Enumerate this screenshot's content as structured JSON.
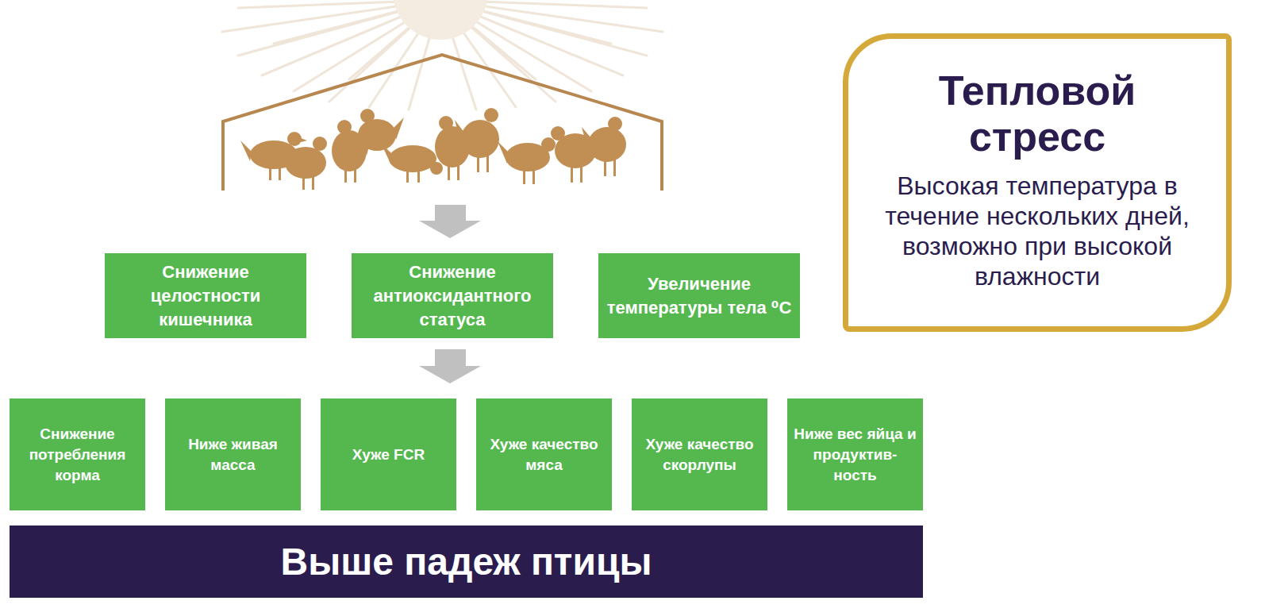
{
  "diagram": {
    "nodes": [
      {
        "text": [
          "Тепловой стресс",
          "Высокая температура в течение нескольких дней, возможно при высокой влажности"
        ]
      },
      {
        "text": [
          "Снижение целостности кишечника"
        ]
      },
      {
        "text": [
          "Снижение антиоксидантного статуса"
        ]
      },
      {
        "text": [
          "Увеличение температуры тела ⁰C"
        ]
      },
      {
        "text": [
          "Снижение потребления корма"
        ]
      },
      {
        "text": [
          "Ниже живая масса"
        ]
      },
      {
        "text": [
          "Хуже FCR"
        ]
      },
      {
        "text": [
          "Хуже качество мяса"
        ]
      },
      {
        "text": [
          "Хуже качество скорлупы"
        ]
      },
      {
        "text": [
          "Ниже вес яйца и продуктив- ность"
        ]
      },
      {
        "text": [
          "Выше падеж птицы"
        ]
      }
    ]
  }
}
